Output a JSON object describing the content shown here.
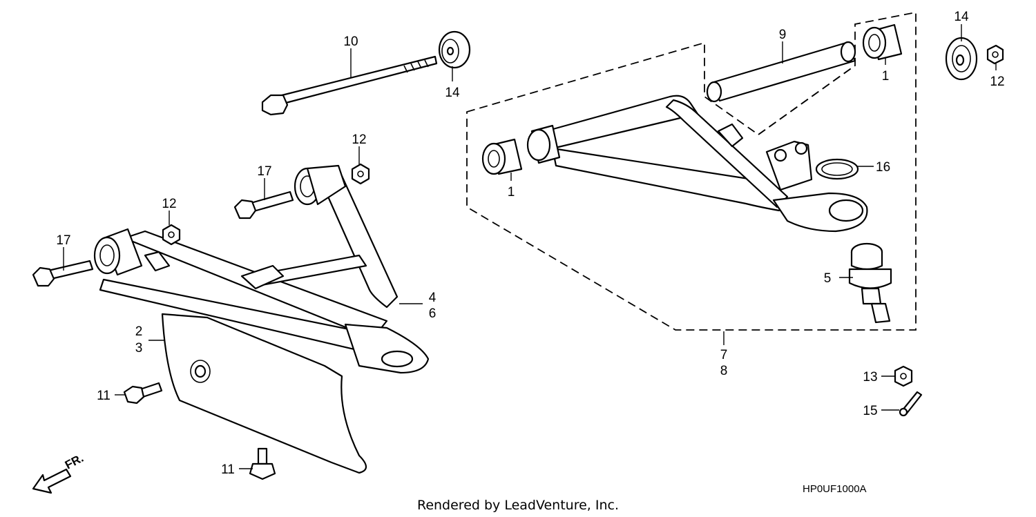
{
  "diagram": {
    "callouts": [
      {
        "id": "c10",
        "text": "10"
      },
      {
        "id": "c14a",
        "text": "14"
      },
      {
        "id": "c9",
        "text": "9"
      },
      {
        "id": "c1a",
        "text": "1"
      },
      {
        "id": "c14b",
        "text": "14"
      },
      {
        "id": "c12a",
        "text": "12"
      },
      {
        "id": "c16",
        "text": "16"
      },
      {
        "id": "c1b",
        "text": "1"
      },
      {
        "id": "c12b",
        "text": "12"
      },
      {
        "id": "c17a",
        "text": "17"
      },
      {
        "id": "c12c",
        "text": "12"
      },
      {
        "id": "c17b",
        "text": "17"
      },
      {
        "id": "c5",
        "text": "5"
      },
      {
        "id": "c4",
        "text": "4"
      },
      {
        "id": "c6",
        "text": "6"
      },
      {
        "id": "c2",
        "text": "2"
      },
      {
        "id": "c3",
        "text": "3"
      },
      {
        "id": "c7",
        "text": "7"
      },
      {
        "id": "c8",
        "text": "8"
      },
      {
        "id": "c13",
        "text": "13"
      },
      {
        "id": "c11a",
        "text": "11"
      },
      {
        "id": "c15",
        "text": "15"
      },
      {
        "id": "c11b",
        "text": "11"
      }
    ],
    "direction_label": "FR.",
    "diagram_code": "HP0UF1000A",
    "footer": "Rendered by LeadVenture, Inc."
  }
}
